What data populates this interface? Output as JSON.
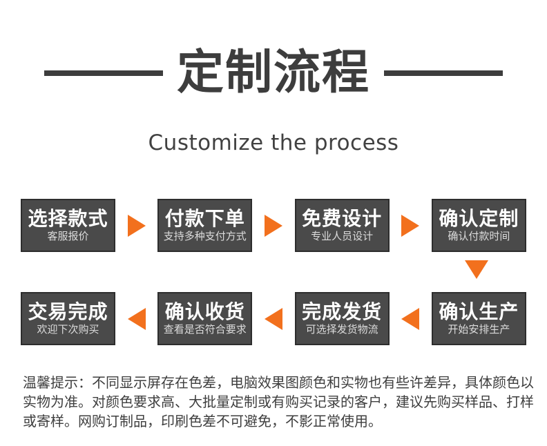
{
  "header": {
    "title": "定制流程",
    "subtitle": "Customize the process"
  },
  "flow": {
    "row1": [
      {
        "title": "选择款式",
        "subtitle": "客服报价"
      },
      {
        "title": "付款下单",
        "subtitle": "支持多种支付方式"
      },
      {
        "title": "免费设计",
        "subtitle": "专业人员设计"
      },
      {
        "title": "确认定制",
        "subtitle": "确认付款时间"
      }
    ],
    "row2": [
      {
        "title": "交易完成",
        "subtitle": "欢迎下次购买"
      },
      {
        "title": "确认收货",
        "subtitle": "查看是否符合要求"
      },
      {
        "title": "完成发货",
        "subtitle": "可选择发货物流"
      },
      {
        "title": "确认生产",
        "subtitle": "开始安排生产"
      }
    ]
  },
  "icons": {
    "arrow_right": "triangle-right",
    "arrow_left": "triangle-left",
    "arrow_down": "triangle-down"
  },
  "note": {
    "lines": [
      "温馨提示：不同显示屏存在色差，电脑效果图颜色和实物也有些许差异，具体颜色以",
      "实物为准。对颜色要求高、大批量定制或有购买记录的客户，建议先购买样品、打样",
      "或寄样。网购订制品，印刷色差不可避免，不影正常使用。"
    ]
  },
  "colors": {
    "page_bg": "#ffffff",
    "ink": "#3d3d3d",
    "accent_orange": "#f2701d",
    "box_bg": "#4a4a4a",
    "box_border": "#2d2d2d",
    "box_text": "#ffffff",
    "box_subtext": "#dcdcdc",
    "note_color": "#3e3e3e"
  }
}
